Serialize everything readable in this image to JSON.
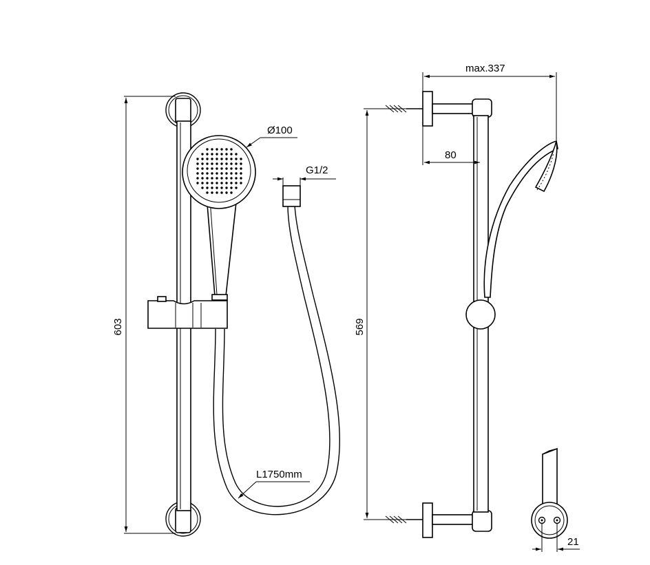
{
  "dimensions": {
    "left_height": "603",
    "head_diameter": "Ø100",
    "thread": "G1/2",
    "hose_length": "L1750mm",
    "bracket_spacing": "569",
    "max_projection": "max.337",
    "bar_offset": "80",
    "bracket_depth": "21"
  }
}
